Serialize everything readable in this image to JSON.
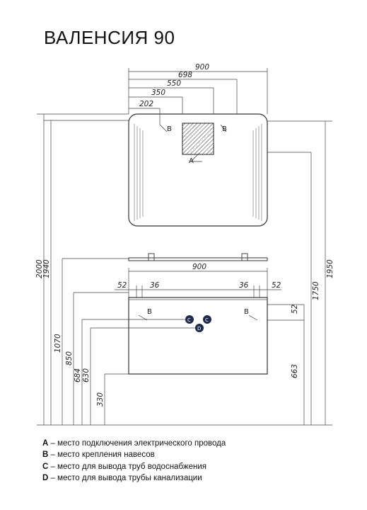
{
  "title": "ВАЛЕНСИЯ 90",
  "mirror": {
    "widths": [
      "900",
      "698",
      "550",
      "350",
      "202"
    ],
    "hook_label": "B",
    "socket_label": "A"
  },
  "cabinet": {
    "width": "900",
    "left_offsets": [
      "52",
      "36"
    ],
    "right_offsets": [
      "36",
      "52"
    ],
    "hook_label": "B",
    "pipe_labels": [
      "C",
      "C",
      "D"
    ],
    "right_heights": [
      "52",
      "663"
    ]
  },
  "heights_left": [
    "2000",
    "1940",
    "1070",
    "850",
    "684",
    "630",
    "330"
  ],
  "heights_right": [
    "1950",
    "1750"
  ],
  "legend": [
    {
      "key": "A",
      "text": " – место подключения электрического провода"
    },
    {
      "key": "B",
      "text": " – место крепления навесов"
    },
    {
      "key": "C",
      "text": " – место для вывода труб водоснабжения"
    },
    {
      "key": "D",
      "text": " – место для вывода трубы канализации"
    }
  ]
}
